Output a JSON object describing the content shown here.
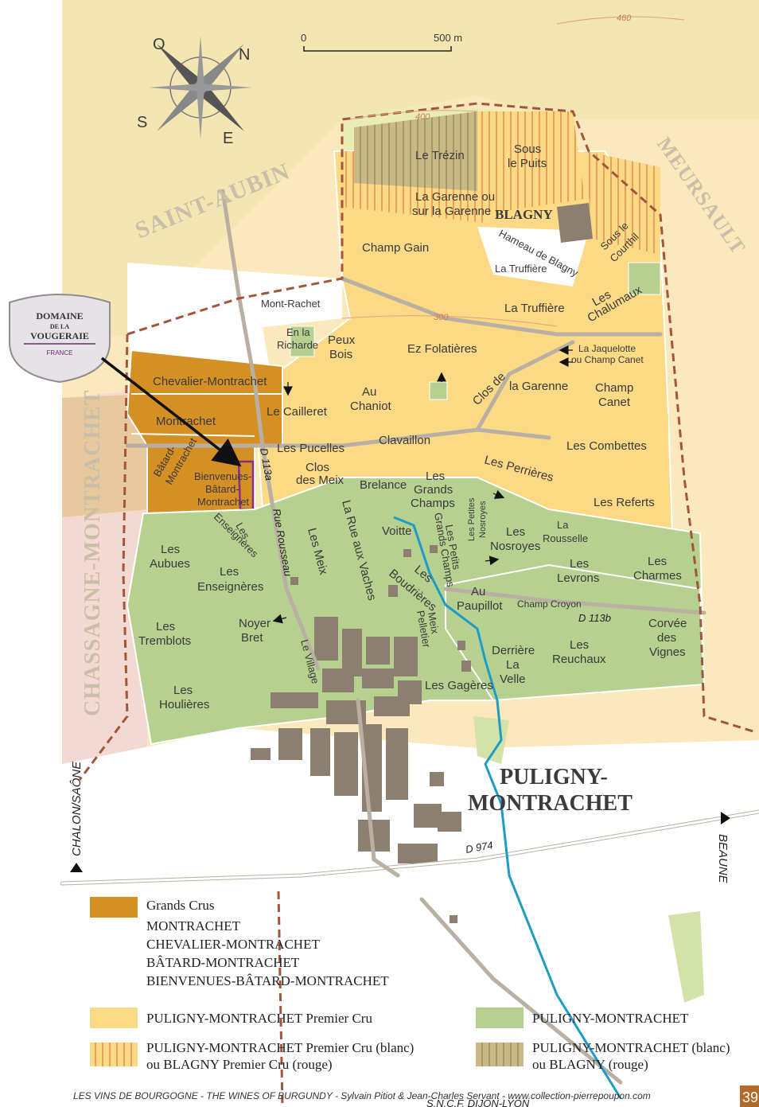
{
  "brand": {
    "line1": "DOMAINE",
    "line2": "DE LA",
    "line3": "VOUGERAIE",
    "line4": "FRANCE"
  },
  "compass": {
    "n": "N",
    "s": "S",
    "e": "E",
    "o": "O"
  },
  "scale": {
    "zero": "0",
    "end": "500 m"
  },
  "communes": {
    "saint_aubin": "SAINT-AUBIN",
    "meursault": "MEURSAULT",
    "chassagne": "CHASSAGNE-MONTRACHET"
  },
  "villages": {
    "blagny": "BLAGNY",
    "puligny_1": "PULIGNY-",
    "puligny_2": "MONTRACHET"
  },
  "contours": {
    "c460": "460",
    "c400": "400",
    "c300": "300"
  },
  "roads": {
    "d113a": "D 113a",
    "d113b": "D 113b",
    "d974": "D 974",
    "rue_rousseau": "Rue Rousseau",
    "la_rue_aux_vaches": "La Rue aux Vaches",
    "le_village": "Le Village",
    "sncf": "S.N.C.F. DIJON-LYON"
  },
  "directions": {
    "chalon": "CHALON/SAÔNE",
    "beaune": "BEAUNE"
  },
  "climats": {
    "le_trezin": "Le Trézin",
    "sous_le_puits_1": "Sous",
    "sous_le_puits_2": "le Puits",
    "garenne_1": "La Garenne ou",
    "garenne_2": "sur la Garenne",
    "champ_gain": "Champ Gain",
    "hameau": "Hameau de Blagny",
    "truffiere_1": "La Truffière",
    "truffiere_2": "La Truffière",
    "sous_courthil_1": "Sous le",
    "sous_courthil_2": "Courthil",
    "chalumaux_1": "Les",
    "chalumaux_2": "Chalumaux",
    "mont_rachet": "Mont-Rachet",
    "en_la_richarde_1": "En la",
    "en_la_richarde_2": "Richarde",
    "peux_bois_1": "Peux",
    "peux_bois_2": "Bois",
    "ez_folatieres": "Ez Folatières",
    "jaquelotte_1": "La Jaquelotte",
    "jaquelotte_2": "ou Champ Canet",
    "chevalier": "Chevalier-Montrachet",
    "montrachet": "Montrachet",
    "le_cailleret": "Le Cailleret",
    "au_chaniot_1": "Au",
    "au_chaniot_2": "Chaniot",
    "clos_garenne_1": "Clos de",
    "clos_garenne_2": "la Garenne",
    "champ_canet_1": "Champ",
    "champ_canet_2": "Canet",
    "batard_1": "Bâtard-",
    "batard_2": "Montrachet",
    "bienvenues_1": "Bienvenues-",
    "bienvenues_2": "Bâtard-",
    "bienvenues_3": "Montrachet",
    "pucelles": "Les Pucelles",
    "clos_meix_1": "Clos",
    "clos_meix_2": "des Meix",
    "clavaillon": "Clavaillon",
    "combettes": "Les Combettes",
    "perrieres": "Les Perrières",
    "referts": "Les Referts",
    "brelance": "Brelance",
    "grands_champs_1": "Les",
    "grands_champs_2": "Grands",
    "grands_champs_3": "Champs",
    "petits_nosroyes_1": "Les Petites",
    "petits_nosroyes_2": "Nosroyes",
    "petits_gc_1": "Les Petits",
    "petits_gc_2": "Grands Champs",
    "nosroyes_1": "Les",
    "nosroyes_2": "Nosroyes",
    "rousselle_1": "La",
    "rousselle_2": "Rousselle",
    "aubues_1": "Les",
    "aubues_2": "Aubues",
    "enseigneres_r_1": "Les",
    "enseigneres_r_2": "Enseignères",
    "enseigneres_1": "Les",
    "enseigneres_2": "Enseignères",
    "les_meix": "Les Meix",
    "voitte": "Voitte",
    "boudrieres_1": "Les",
    "boudrieres_2": "Boudrières",
    "au_paupillot_1": "Au",
    "au_paupillot_2": "Paupillot",
    "champ_croyon": "Champ Croyon",
    "levrons_1": "Les",
    "levrons_2": "Levrons",
    "charmes_1": "Les",
    "charmes_2": "Charmes",
    "tremblots_1": "Les",
    "tremblots_2": "Tremblots",
    "noyer_bret_1": "Noyer",
    "noyer_bret_2": "Bret",
    "meix_pelletier_1": "Meix",
    "meix_pelletier_2": "Pelletier",
    "derriere_1": "Derrière",
    "derriere_2": "La",
    "derriere_3": "Velle",
    "reuchaux_1": "Les",
    "reuchaux_2": "Reuchaux",
    "corvee_1": "Corvée",
    "corvee_2": "des",
    "corvee_3": "Vignes",
    "houlieres_1": "Les",
    "houlieres_2": "Houlières",
    "gageres": "Les Gagères"
  },
  "legend": {
    "grands_crus_title": "Grands Crus",
    "gc_1": "MONTRACHET",
    "gc_2": "CHEVALIER-MONTRACHET",
    "gc_3": "BÂTARD-MONTRACHET",
    "gc_4": "BIENVENUES-BÂTARD-MONTRACHET",
    "premier_cru": "PULIGNY-MONTRACHET Premier Cru",
    "village": "PULIGNY-MONTRACHET",
    "pc_blanc_1": "PULIGNY-MONTRACHET Premier Cru (blanc)",
    "pc_blanc_2": "ou BLAGNY Premier Cru (rouge)",
    "v_blanc_1": "PULIGNY-MONTRACHET (blanc)",
    "v_blanc_2": "ou BLAGNY (rouge)"
  },
  "credit": "LES VINS DE BOURGOGNE - THE WINES OF BURGUNDY - Sylvain Pitiot & Jean-Charles Servant - www.collection-pierrepoupon.com",
  "page_number": "39",
  "colors": {
    "grand_cru": "#d48f25",
    "premier_cru": "#fbd985",
    "village": "#b5d08f",
    "village_blanc": "#c8b987",
    "hillside": "#fbe9bd",
    "hatch": "#e8a05a",
    "river": "#1e9cc8",
    "built": "#8c7f70",
    "commune_border": "#a3563c"
  }
}
